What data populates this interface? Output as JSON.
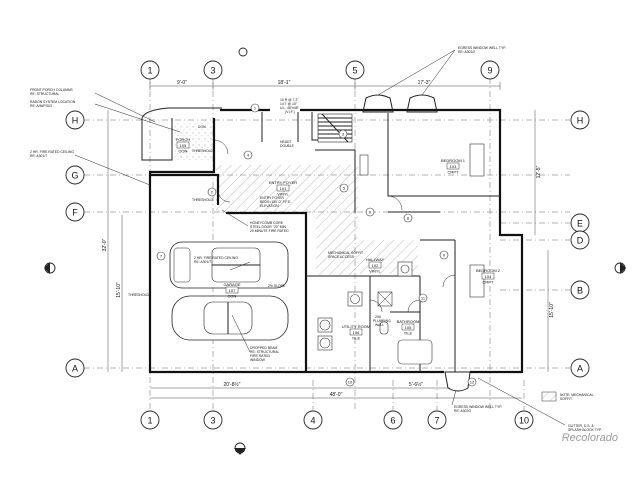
{
  "grid_bubbles": {
    "top": [
      "1",
      "3",
      "5",
      "9"
    ],
    "bottom": [
      "1",
      "3",
      "4",
      "6",
      "7",
      "10"
    ],
    "left": [
      "H",
      "G",
      "F",
      "A"
    ],
    "right": [
      "H",
      "E",
      "D",
      "B",
      "A"
    ]
  },
  "dimensions": {
    "top_1": "9'-0\"",
    "top_2": "18'-1\"",
    "top_3": "17'-3\"",
    "left_1": "32'-0\"",
    "left_2": "15'-10\"",
    "right_1": "12'-5\"",
    "right_2": "15'-10\"",
    "bottom_1": "20'-8½\"",
    "bottom_2": "5'-6½\"",
    "overall": "48'-0\""
  },
  "rooms": {
    "porch": {
      "name": "PORCH",
      "num": "105",
      "sub": "CON"
    },
    "garage": {
      "name": "GARAGE",
      "num": "107",
      "sub": "CON"
    },
    "entry": {
      "name": "ENTRY FOYER",
      "num": "101",
      "sub": "VINYL"
    },
    "hallway": {
      "name": "HALLWAY",
      "num": "102",
      "sub": "VINYL"
    },
    "bed1": {
      "name": "BEDROOM 1",
      "num": "103",
      "sub": "CRPT"
    },
    "bed2": {
      "name": "BEDROOM 2",
      "num": "104",
      "sub": "CRPT"
    },
    "utility": {
      "name": "UTILITY ROOM",
      "num": "106",
      "sub": "TILE"
    },
    "bath": {
      "name": "BATHROOM",
      "num": "105",
      "sub": "TILE"
    }
  },
  "notes": {
    "front_porch_1": "FRONT PORCH COLUMNS",
    "front_porch_2": "RE: STRUCTURAL",
    "radon_1": "RADON SYSTEM LOCATION",
    "radon_2": "RE: A/M/P/D/3",
    "fire_ceiling_top_1": "2 HR. FIRE RATED CEILING",
    "fire_ceiling_top_2": "RE: A301/7",
    "honeycomb_1": "HONEYCOMB CORE",
    "honeycomb_2": "STEEL DOOR \"20\" MIN.",
    "honeycomb_3": "20 MINUTE FIRE RATED",
    "fire_ceiling_garage_1": "2 HR. FIRE RATED CEILING",
    "fire_ceiling_garage_2": "RE: A301/7",
    "slope": "2% SLOPE",
    "dropped_beam_1": "DROPPED BEAM",
    "dropped_beam_2": "RE: STRUCTURAL",
    "dropped_beam_3": "FIRE RATED",
    "dropped_beam_4": "WINDOW",
    "mech_soffit_1": "MECHANICAL SOFFIT",
    "mech_soffit_2": "SPACE ACCESS",
    "plumbing_1": "2X6",
    "plumbing_2": "PLUMBING",
    "plumbing_3": "WALL",
    "egress_top_1": "EGRESS WINDOW WELL TYP.",
    "egress_top_2": "RE: A302/2",
    "egress_bottom_1": "EGRESS WINDOW WELL TYP.",
    "egress_bottom_2": "RE: A302/2",
    "legend_1": "NOTE: MECHANICAL",
    "legend_2": "SOFFIT",
    "gutter_1": "GUTTER, D.S. &",
    "gutter_2": "SPLASH BLOCK TYP.",
    "threshold_1": "THRESHOLD",
    "threshold_2": "THRESHOLD",
    "threshold_3": "THRESHOLD",
    "stair_1": "10 R @ 7.2\"",
    "stair_2": "14 T @ 10\"",
    "stair_3": "U.L. 48\"x48\"",
    "stair_4": "(V.I.F.)",
    "head_1": "HEADT",
    "head_2": "DOUBLE",
    "entry_elev_1": "ENTRY FOYER",
    "entry_elev_2": "BEDS=100'-0\" F.F.E.",
    "entry_elev_3": "ELEVATION",
    "porch_tag": "CON"
  },
  "tags": [
    "1",
    "2",
    "3",
    "4",
    "5",
    "6",
    "7",
    "8",
    "9",
    "10",
    "11",
    "12"
  ],
  "watermark": "Recolorado"
}
